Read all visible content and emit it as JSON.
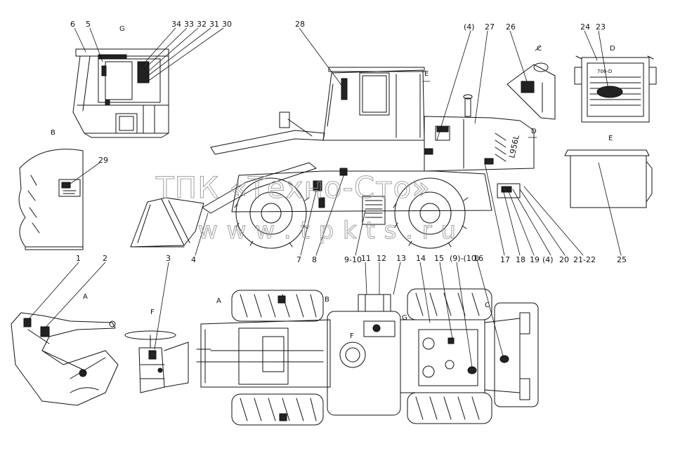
{
  "colors": {
    "line": "#111111",
    "background": "#ffffff",
    "watermark": "#9a9a9a"
  },
  "watermark": {
    "line1": "ТПК «Техно-Сто»",
    "line2": "w w w . t p k t s . r u"
  },
  "view_labels": {
    "G": "G",
    "B": "B",
    "C": "C",
    "D_view": "D",
    "E_view": "E",
    "E_arrow": "E",
    "D_arrow": "D",
    "A": "A",
    "F": "F",
    "B_arrow": "B",
    "G_arrow": "G",
    "C_arrow": "C",
    "A_arrow": "A",
    "F_arrow": "F"
  },
  "callouts": {
    "n6": "6",
    "n5": "5",
    "n34": "34",
    "n33": "33",
    "n32": "32",
    "n31": "31",
    "n30": "30",
    "n28": "28",
    "n4p": "(4)",
    "n27": "27",
    "n26": "26",
    "n24": "24",
    "n23": "23",
    "n29": "29",
    "n7": "7",
    "n8": "8",
    "n9_10": "9-10",
    "n17": "17",
    "n18": "18",
    "n19": "19",
    "n4p2": "(4)",
    "n20": "20",
    "n21_22": "21-22",
    "n25": "25",
    "n1": "1",
    "n2": "2",
    "n3": "3",
    "n4": "4",
    "n11": "11",
    "n12": "12",
    "n13": "13",
    "n14": "14",
    "n15": "15",
    "n9p_10p": "(9)-(10)",
    "n16": "16"
  },
  "plate_text": {
    "engine_brand": "L956L",
    "cover_label": "706-D"
  }
}
